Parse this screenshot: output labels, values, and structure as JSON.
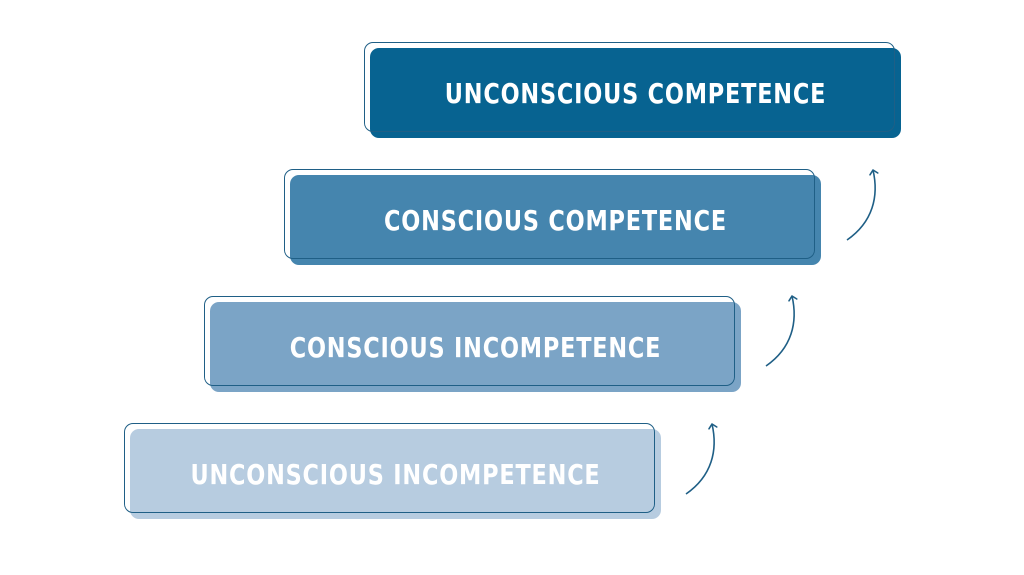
{
  "diagram": {
    "steps": [
      {
        "label": "UNCONSCIOUS INCOMPETENCE",
        "color": "#b7cce0"
      },
      {
        "label": "CONSCIOUS INCOMPETENCE",
        "color": "#7ba4c6"
      },
      {
        "label": "CONSCIOUS COMPETENCE",
        "color": "#4585ae"
      },
      {
        "label": "UNCONSCIOUS COMPETENCE",
        "color": "#076391"
      }
    ],
    "arrow_color": "#1f5f86"
  }
}
